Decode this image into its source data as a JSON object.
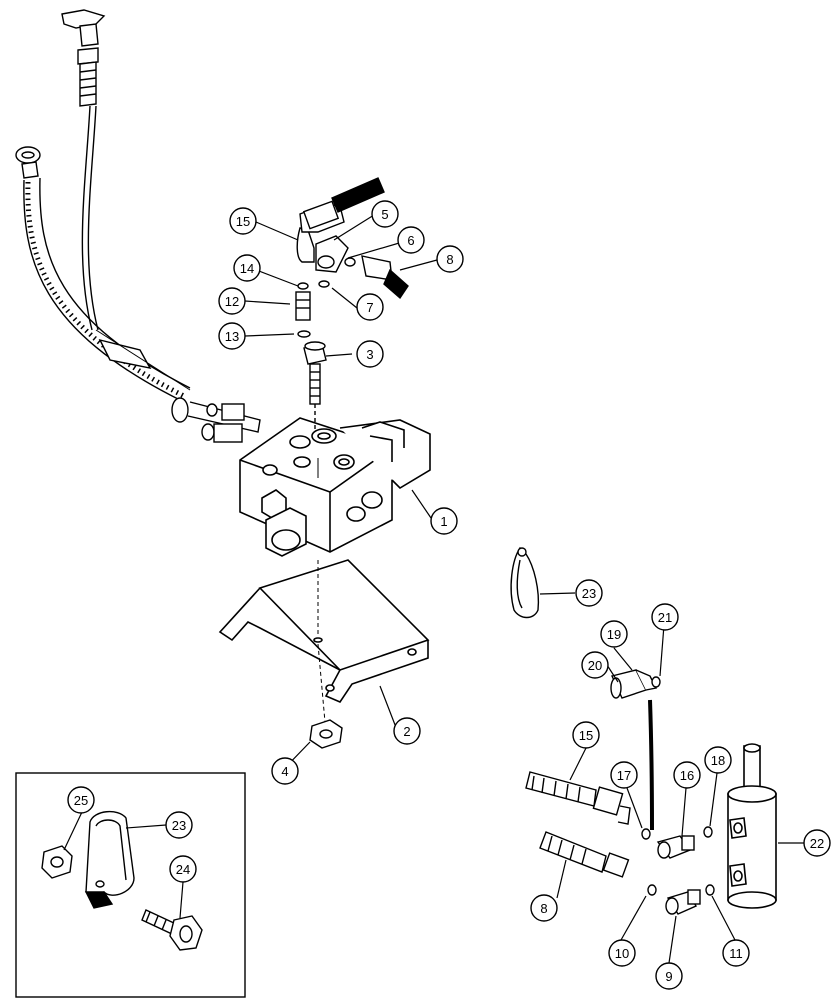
{
  "callouts": [
    {
      "id": "c1",
      "label": "1"
    },
    {
      "id": "c2",
      "label": "2"
    },
    {
      "id": "c3",
      "label": "3"
    },
    {
      "id": "c4",
      "label": "4"
    },
    {
      "id": "c5",
      "label": "5"
    },
    {
      "id": "c6",
      "label": "6"
    },
    {
      "id": "c7",
      "label": "7"
    },
    {
      "id": "c8a",
      "label": "8"
    },
    {
      "id": "c8b",
      "label": "8"
    },
    {
      "id": "c9",
      "label": "9"
    },
    {
      "id": "c10",
      "label": "10"
    },
    {
      "id": "c11",
      "label": "11"
    },
    {
      "id": "c12",
      "label": "12"
    },
    {
      "id": "c13",
      "label": "13"
    },
    {
      "id": "c14",
      "label": "14"
    },
    {
      "id": "c15a",
      "label": "15"
    },
    {
      "id": "c15b",
      "label": "15"
    },
    {
      "id": "c16",
      "label": "16"
    },
    {
      "id": "c17",
      "label": "17"
    },
    {
      "id": "c18",
      "label": "18"
    },
    {
      "id": "c19",
      "label": "19"
    },
    {
      "id": "c20",
      "label": "20"
    },
    {
      "id": "c21",
      "label": "21"
    },
    {
      "id": "c22",
      "label": "22"
    },
    {
      "id": "c23a",
      "label": "23"
    },
    {
      "id": "c23b",
      "label": "23"
    },
    {
      "id": "c24",
      "label": "24"
    },
    {
      "id": "c25",
      "label": "25"
    }
  ]
}
